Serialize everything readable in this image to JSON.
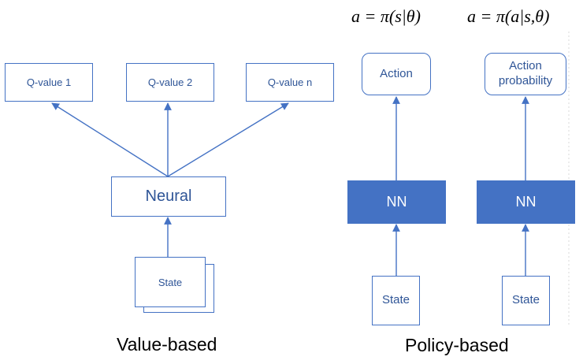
{
  "value_based": {
    "outputs": [
      "Q-value 1",
      "Q-value 2",
      "Q-value n"
    ],
    "network_label": "Neural",
    "input_label": "State",
    "caption": "Value-based"
  },
  "policy_based": {
    "deterministic": {
      "formula": "a = π(s|θ)",
      "output_label": "Action",
      "network_label": "NN",
      "input_label": "State"
    },
    "stochastic": {
      "formula": "a = π(a|s,θ)",
      "output_label": "Action probability",
      "network_label": "NN",
      "input_label": "State"
    },
    "caption": "Policy-based"
  },
  "colors": {
    "accent": "#4472c4",
    "box_text": "#2f5597",
    "background": "#ffffff"
  }
}
